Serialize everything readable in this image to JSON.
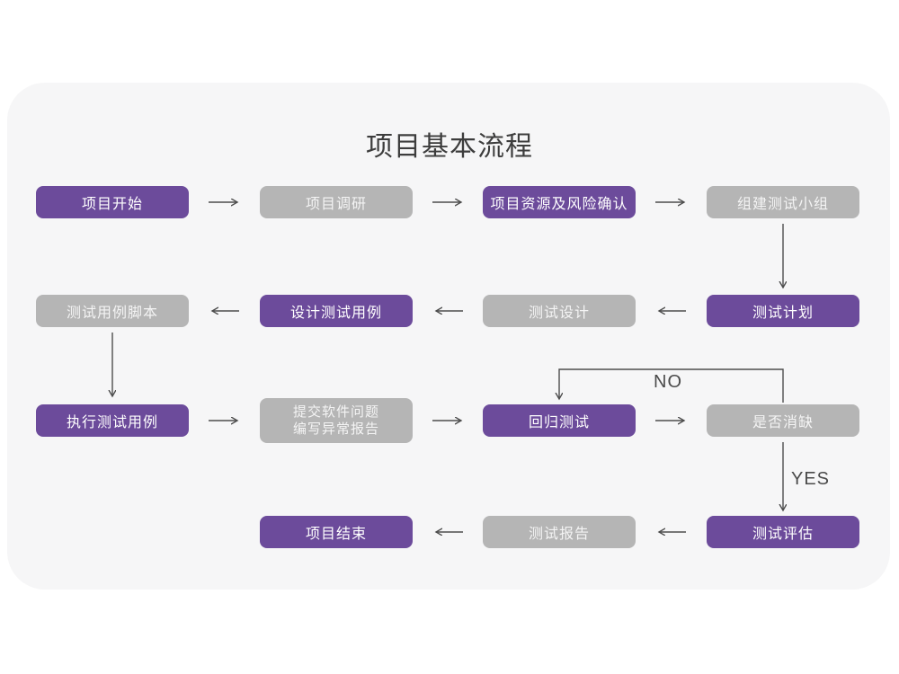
{
  "title": "项目基本流程",
  "colors": {
    "page_background": "#ffffff",
    "card_background": "#f6f6f7",
    "primary_box": "#6C4B9B",
    "secondary_box": "#b5b5b5",
    "box_text": "#ffffff",
    "arrow": "#4d4d4d",
    "title_text": "#3d3d3d"
  },
  "flow_labels": {
    "no": "NO",
    "yes": "YES"
  },
  "nodes": [
    {
      "id": "project-start",
      "label": "项目开始",
      "type": "primary"
    },
    {
      "id": "project-research",
      "label": "项目调研",
      "type": "secondary"
    },
    {
      "id": "resource-risk",
      "label": "项目资源及风险确认",
      "type": "primary"
    },
    {
      "id": "build-test-team",
      "label": "组建测试小组",
      "type": "secondary"
    },
    {
      "id": "test-plan",
      "label": "测试计划",
      "type": "primary"
    },
    {
      "id": "test-design",
      "label": "测试设计",
      "type": "secondary"
    },
    {
      "id": "design-test-case",
      "label": "设计测试用例",
      "type": "primary"
    },
    {
      "id": "test-case-script",
      "label": "测试用例脚本",
      "type": "secondary"
    },
    {
      "id": "execute-test-case",
      "label": "执行测试用例",
      "type": "primary"
    },
    {
      "id": "submit-issue",
      "label": "提交软件问题",
      "label2": "编写异常报告",
      "type": "secondary"
    },
    {
      "id": "regression-test",
      "label": "回归测试",
      "type": "primary"
    },
    {
      "id": "defect-cleared",
      "label": "是否消缺",
      "type": "secondary"
    },
    {
      "id": "test-evaluate",
      "label": "测试评估",
      "type": "primary"
    },
    {
      "id": "test-report",
      "label": "测试报告",
      "type": "secondary"
    },
    {
      "id": "project-end",
      "label": "项目结束",
      "type": "primary"
    }
  ],
  "edges": [
    {
      "from": "project-start",
      "to": "project-research"
    },
    {
      "from": "project-research",
      "to": "resource-risk"
    },
    {
      "from": "resource-risk",
      "to": "build-test-team"
    },
    {
      "from": "build-test-team",
      "to": "test-plan"
    },
    {
      "from": "test-plan",
      "to": "test-design"
    },
    {
      "from": "test-design",
      "to": "design-test-case"
    },
    {
      "from": "design-test-case",
      "to": "test-case-script"
    },
    {
      "from": "test-case-script",
      "to": "execute-test-case"
    },
    {
      "from": "execute-test-case",
      "to": "submit-issue"
    },
    {
      "from": "submit-issue",
      "to": "regression-test"
    },
    {
      "from": "regression-test",
      "to": "defect-cleared"
    },
    {
      "from": "defect-cleared",
      "to": "regression-test",
      "label": "NO"
    },
    {
      "from": "defect-cleared",
      "to": "test-evaluate",
      "label": "YES"
    },
    {
      "from": "test-evaluate",
      "to": "test-report"
    },
    {
      "from": "test-report",
      "to": "project-end"
    }
  ]
}
